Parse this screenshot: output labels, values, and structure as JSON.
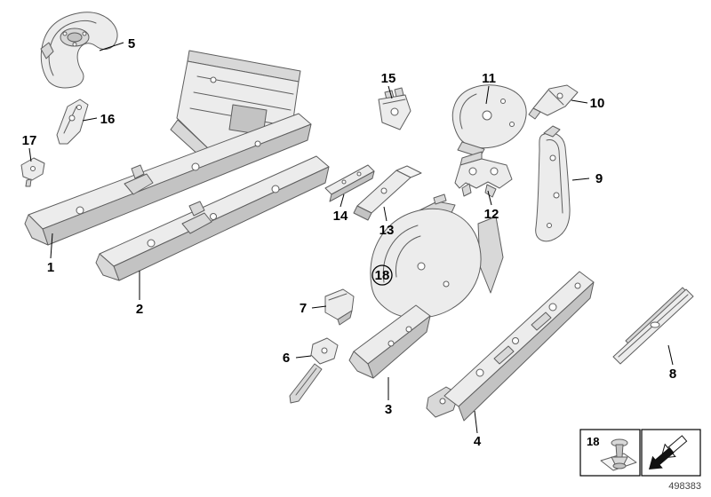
{
  "diagram": {
    "part_number": "498383",
    "callouts": [
      {
        "id": 1,
        "label": "1"
      },
      {
        "id": 2,
        "label": "2"
      },
      {
        "id": 3,
        "label": "3"
      },
      {
        "id": 4,
        "label": "4"
      },
      {
        "id": 5,
        "label": "5"
      },
      {
        "id": 6,
        "label": "6"
      },
      {
        "id": 7,
        "label": "7"
      },
      {
        "id": 8,
        "label": "8"
      },
      {
        "id": 9,
        "label": "9"
      },
      {
        "id": 10,
        "label": "10"
      },
      {
        "id": 11,
        "label": "11"
      },
      {
        "id": 12,
        "label": "12"
      },
      {
        "id": 13,
        "label": "13"
      },
      {
        "id": 14,
        "label": "14"
      },
      {
        "id": 15,
        "label": "15"
      },
      {
        "id": 16,
        "label": "16"
      },
      {
        "id": 17,
        "label": "17"
      },
      {
        "id": 18,
        "label": "18",
        "circled": true
      }
    ],
    "legend": {
      "item_label": "18",
      "fastener_icon": "expanding-nut-icon",
      "direction_icon": "install-direction-arrow-icon"
    },
    "colors": {
      "outline": "#5e5e5e",
      "fill_light": "#ececec",
      "fill_mid": "#d8d8d8",
      "fill_dark": "#c3c3c3",
      "callout_text": "#000000"
    }
  }
}
